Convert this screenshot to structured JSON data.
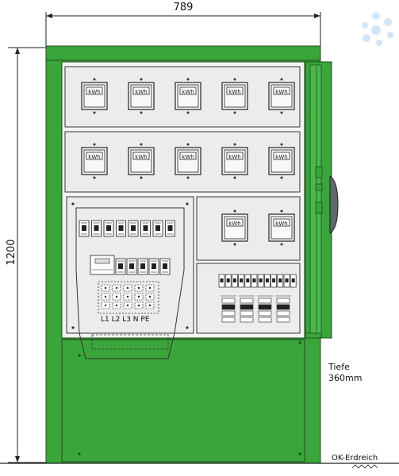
{
  "dimensions": {
    "width_label": "789",
    "height_label": "1200"
  },
  "depth": {
    "title": "Tiefe",
    "value": "360mm"
  },
  "ground": {
    "label": "OK-Erdreich"
  },
  "meter_label": "kWh",
  "terminals": {
    "phase_label": "L1 L2 L3 N PE"
  },
  "colors": {
    "cabinet_green": "#3aa53a",
    "cabinet_dark": "#1e6e1e",
    "panel_gray": "#ececec",
    "watermark_blue": "#cfe3f7"
  },
  "icons": {
    "logo": "water-drops-logo"
  }
}
